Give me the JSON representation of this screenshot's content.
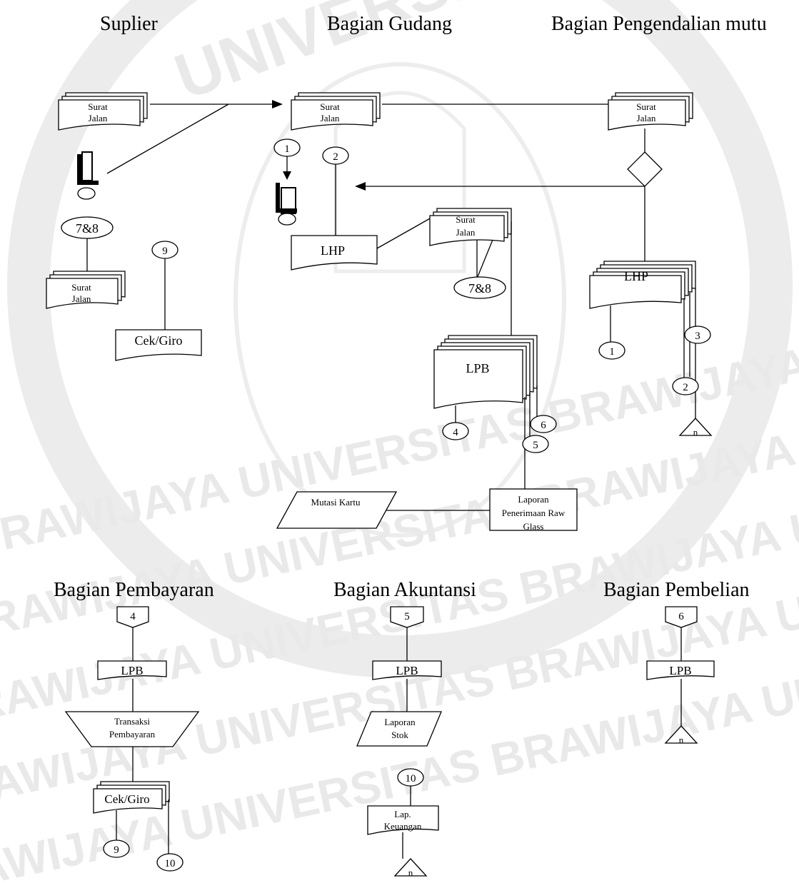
{
  "watermark": {
    "arc_text": "UNIVERSITAS BRAWIJAYA",
    "row_text": "BRAWIJAYA UNIVERSITAS BRAWIJAYA UNIVERSITAS BRAWIJAYA UNIVERSITAS",
    "color": "#e4e4e4"
  },
  "columns": {
    "suplier": "Suplier",
    "gudang": "Bagian Gudang",
    "mutu": "Bagian Pengendalian mutu",
    "pembayaran": "Bagian Pembayaran",
    "akuntansi": "Bagian Akuntansi",
    "pembelian": "Bagian Pembelian"
  },
  "documents": {
    "surat_line1": "Surat",
    "surat_line2": "Jalan",
    "lhp": "LHP",
    "lpb": "LPB",
    "cek_giro": "Cek/Giro",
    "mutasi_kartu": "Mutasi Kartu",
    "lap_penerimaan_1": "Laporan",
    "lap_penerimaan_2": "Penerimaan Raw",
    "lap_penerimaan_3": "Glass",
    "transaksi_1": "Transaksi",
    "transaksi_2": "Pembayaran",
    "laporan_stok_1": "Laporan",
    "laporan_stok_2": "Stok",
    "lap_keuangan_1": "Lap.",
    "lap_keuangan_2": "Keuangan"
  },
  "connectors": {
    "c1": "1",
    "c2": "2",
    "c3": "3",
    "c4": "4",
    "c5": "5",
    "c6": "6",
    "c78": "7&8",
    "c9": "9",
    "c10": "10",
    "n": "n"
  },
  "colors": {
    "line": "#000000",
    "background": "#ffffff"
  }
}
